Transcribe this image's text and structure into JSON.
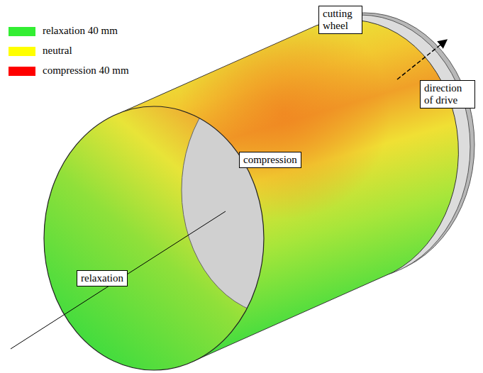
{
  "diagram": {
    "nodes": [
      {
        "text": [
          "cutting wheel"
        ]
      },
      {
        "text": [
          "direction of drive"
        ]
      },
      {
        "text": [
          "compression"
        ]
      },
      {
        "text": [
          "relaxation"
        ]
      }
    ],
    "legend": [
      {
        "text": "relaxation 40 mm",
        "color": "#33ee33"
      },
      {
        "text": "neutral",
        "color": "#ffff00"
      },
      {
        "text": "compression 40 mm",
        "color": "#ff0000"
      }
    ]
  }
}
